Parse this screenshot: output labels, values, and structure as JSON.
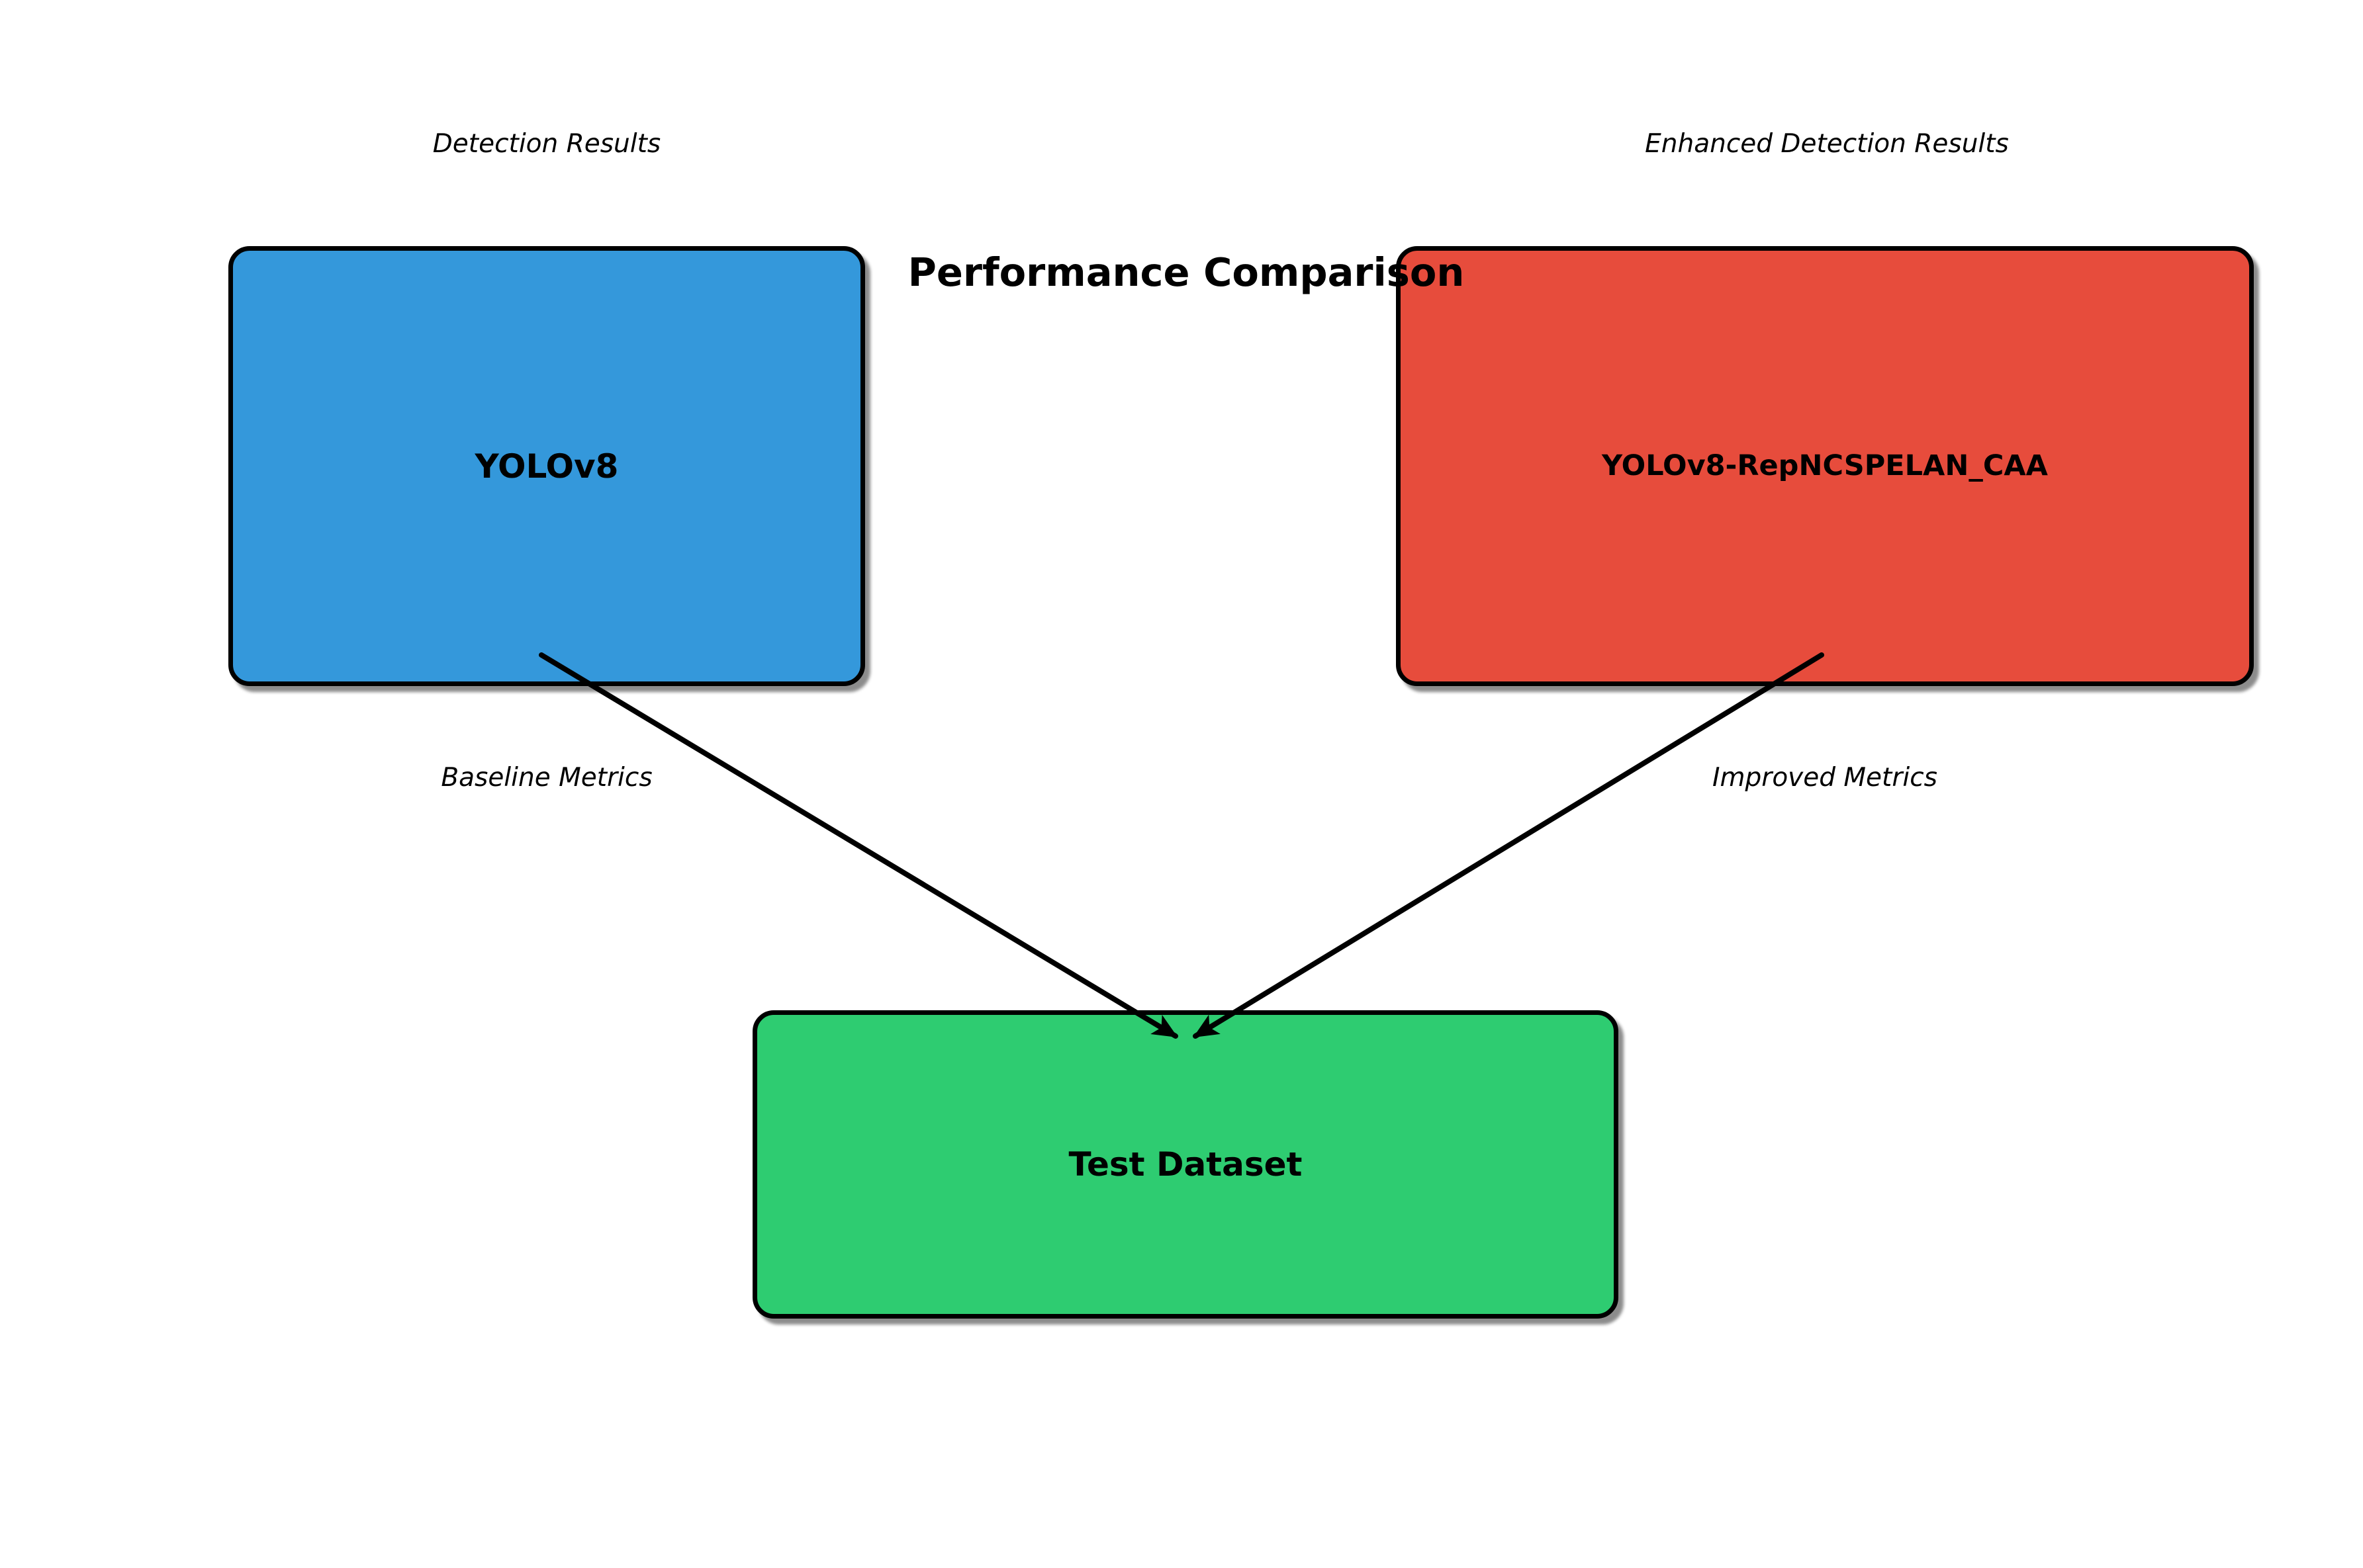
{
  "title": "Performance Comparison",
  "boxes": {
    "baseline": {
      "label": "YOLOv8",
      "annotation_top": "Detection Results",
      "annotation_bottom": "Baseline Metrics"
    },
    "enhanced": {
      "label": "YOLOv8-RepNCSPELAN_CAA",
      "annotation_top": "Enhanced Detection Results",
      "annotation_bottom": "Improved Metrics"
    },
    "dataset": {
      "label": "Test Dataset"
    }
  },
  "colors": {
    "baseline_box": "#3498db",
    "enhanced_box": "#e74c3c",
    "dataset_box": "#2ecc71",
    "border": "#000000",
    "arrow": "#000000",
    "text": "#000000",
    "background": "#ffffff"
  }
}
